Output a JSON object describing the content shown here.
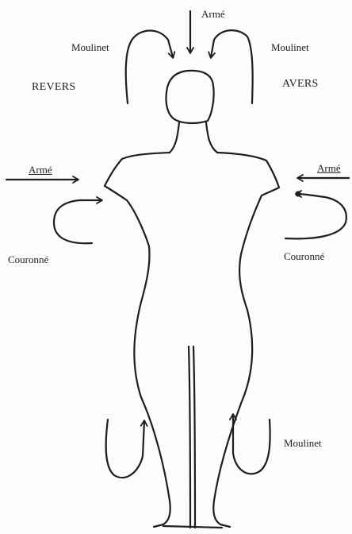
{
  "labels": {
    "arme_top": "Armé",
    "moulinet_top_left": "Moulinet",
    "moulinet_top_right": "Moulinet",
    "revers": "REVERS",
    "avers": "AVERS",
    "arme_left": "Armé",
    "arme_right": "Armé",
    "couronne_left": "Couronné",
    "couronne_right": "Couronné",
    "moulinet_bottom_right": "Moulinet"
  },
  "colors": {
    "ink": "#1e1e1e",
    "paper": "#fcfcfb"
  }
}
